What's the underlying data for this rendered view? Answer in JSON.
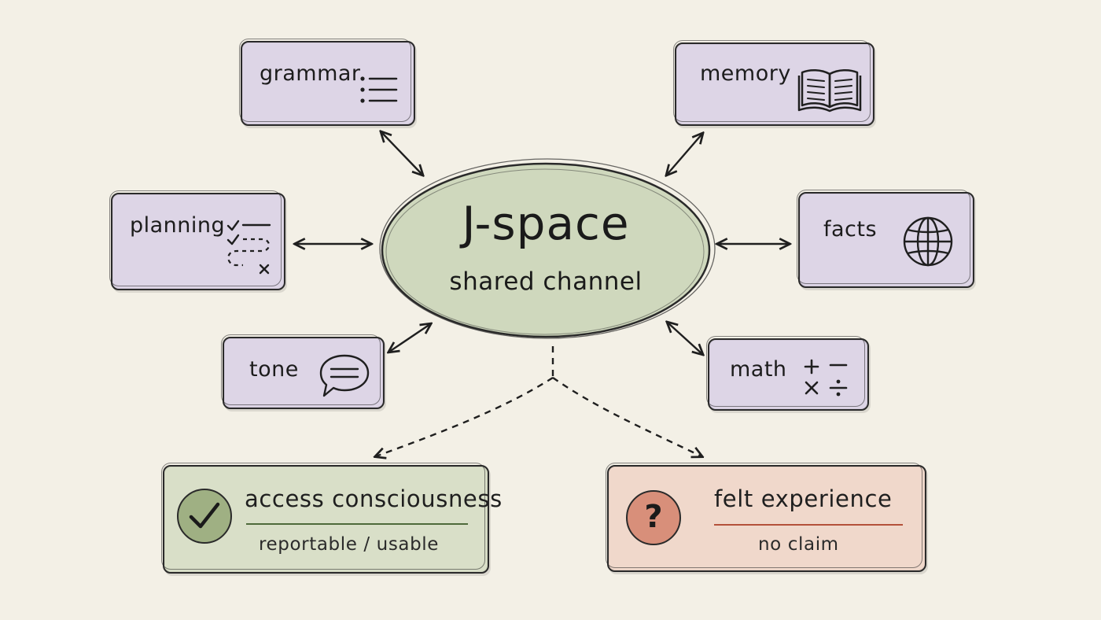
{
  "hub": {
    "title": "J-space",
    "subtitle": "shared channel"
  },
  "modules": [
    {
      "id": "grammar",
      "label": "grammar",
      "icon": "list-icon"
    },
    {
      "id": "memory",
      "label": "memory",
      "icon": "book-icon"
    },
    {
      "id": "planning",
      "label": "planning",
      "icon": "checklist-path-icon"
    },
    {
      "id": "facts",
      "label": "facts",
      "icon": "globe-icon"
    },
    {
      "id": "tone",
      "label": "tone",
      "icon": "speech-bubble-icon"
    },
    {
      "id": "math",
      "label": "math",
      "icon": "math-operators-icon"
    }
  ],
  "outcomes": {
    "access": {
      "title": "access consciousness",
      "subtitle": "reportable / usable",
      "icon": "checkmark-icon",
      "color": "#d9dfc8",
      "rule_color": "#4e6a3a"
    },
    "felt": {
      "title": "felt experience",
      "subtitle": "no claim",
      "icon": "question-mark-icon",
      "color": "#f0d8cb",
      "rule_color": "#b4513a"
    }
  },
  "colors": {
    "background": "#f3f0e6",
    "module_fill": "#ddd5e6",
    "hub_fill": "#cfd8bd",
    "ink": "#2a2a2a"
  }
}
